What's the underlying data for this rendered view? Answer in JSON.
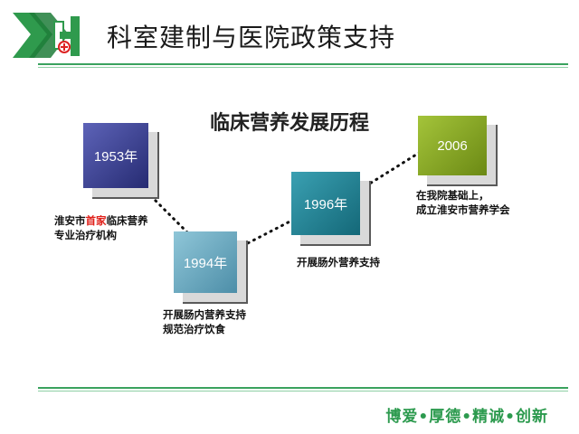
{
  "slide": {
    "title": "科室建制与医院政策支持",
    "heading": "临床营养发展历程",
    "motto": "博爱•厚德•精诚•创新"
  },
  "timeline": [
    {
      "year": "1953年",
      "caption_lines": [
        "淮安市首家临床营养",
        "专业治疗机构"
      ],
      "highlight": "首家"
    },
    {
      "year": "1994年",
      "caption_lines": [
        "开展肠内营养支持",
        "规范治疗饮食"
      ]
    },
    {
      "year": "1996年",
      "caption_lines": [
        "开展肠外营养支持"
      ]
    },
    {
      "year": "2006",
      "caption_lines": [
        "在我院基础上，",
        "成立淮安市营养学会"
      ]
    }
  ],
  "colors": {
    "accent_green": "#3aa25e",
    "motto_green": "#2c9a4e",
    "box_1953": "#262b72",
    "box_1994": "#4d8ea8",
    "box_1996": "#146878",
    "box_2006": "#6b8914",
    "highlight_red": "#e0201a"
  }
}
